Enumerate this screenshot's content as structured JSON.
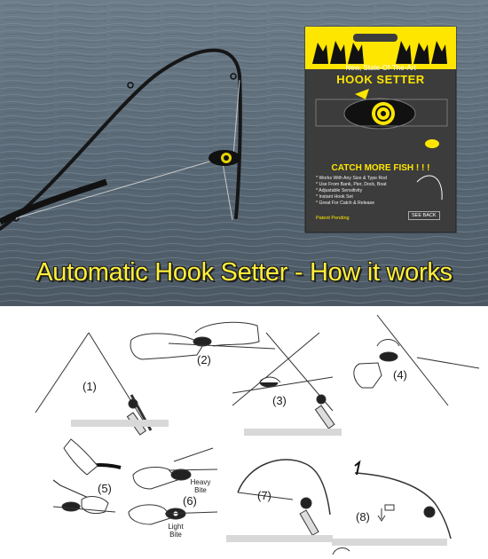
{
  "headline": "Automatic Hook Setter - How it works",
  "package": {
    "tagline": "New, State-Of-The-Art",
    "product_name": "HOOK SETTER",
    "slogan": "CATCH MORE FISH ! ! !",
    "features": [
      "* Works With Any Size & Type Rod",
      "* Use From Bank, Pier, Dock, Boat",
      "* Adjustable Sensitivity",
      "* Instant Hook Set",
      "* Great For Catch & Release"
    ],
    "patent": "Patent Pending",
    "see_back": "SEE BACK"
  },
  "steps": {
    "s1": "(1)",
    "s2": "(2)",
    "s3": "(3)",
    "s4": "(4)",
    "s5": "(5)",
    "s6": "(6)",
    "s7": "(7)",
    "s8": "(8)",
    "heavy_bite": "Heavy Bite",
    "light_bite": "Light Bite"
  },
  "colors": {
    "water": "#5f6f7c",
    "package": "#3a3a3a",
    "yellow": "#ffe600",
    "headline": "#ffef3a"
  }
}
